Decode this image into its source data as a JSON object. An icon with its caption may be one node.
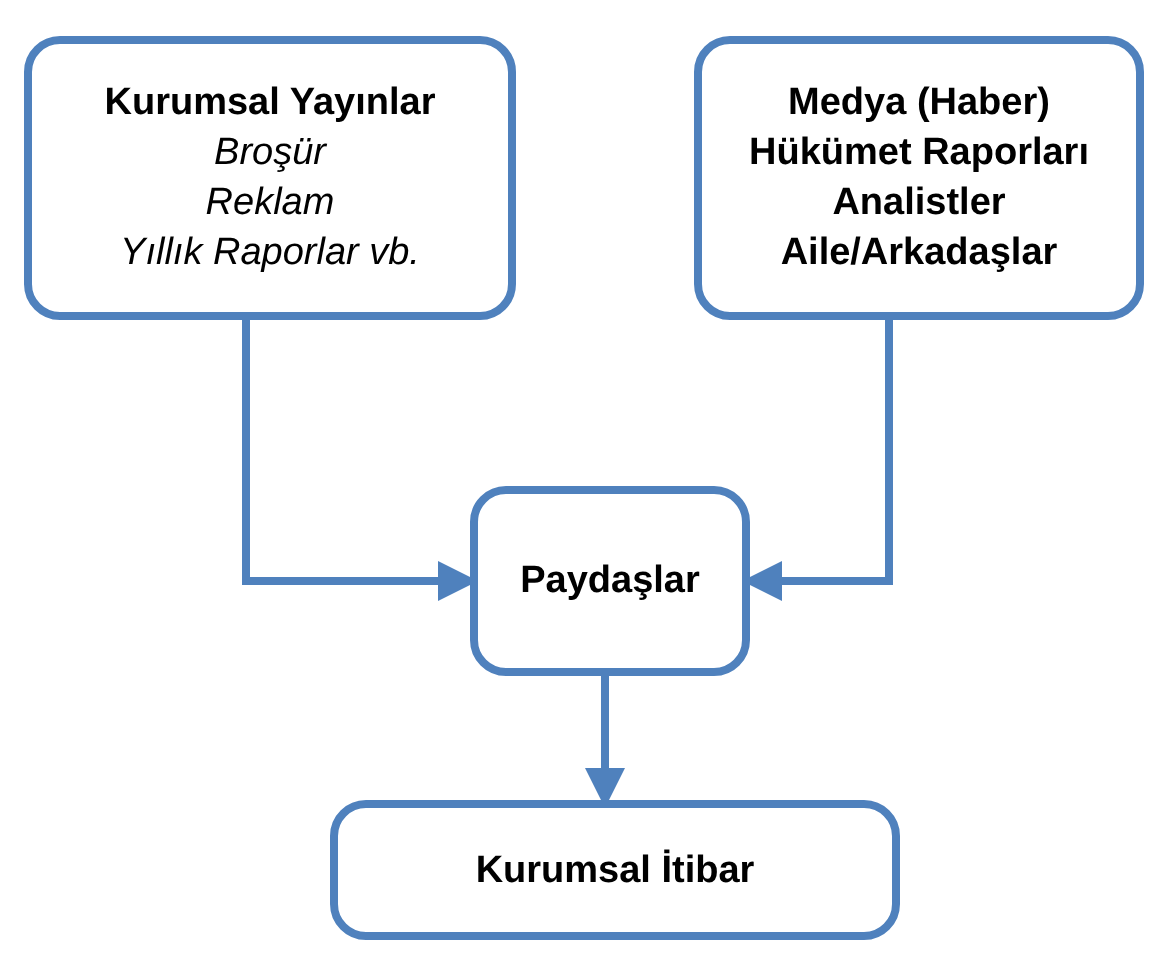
{
  "diagram": {
    "nodes": [
      {
        "text": [
          "Kurumsal Yayınlar",
          "Broşür",
          "Reklam",
          "Yıllık Raporlar vb."
        ]
      },
      {
        "text": [
          "Medya (Haber)",
          "Hükümet Raporları",
          "Analistler",
          "Aile/Arkadaşlar"
        ]
      },
      {
        "text": [
          "Paydaşlar"
        ]
      },
      {
        "text": [
          "Kurumsal İtibar"
        ]
      }
    ],
    "edges": [
      {
        "from": 0,
        "to": 2,
        "arrow": "to"
      },
      {
        "from": 1,
        "to": 2,
        "arrow": "to"
      },
      {
        "from": 2,
        "to": 3,
        "arrow": "to"
      }
    ]
  }
}
